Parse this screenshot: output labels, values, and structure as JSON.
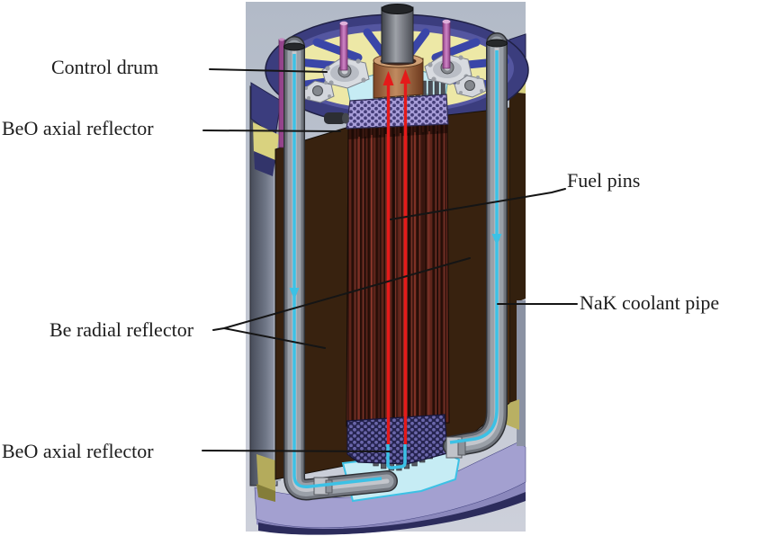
{
  "figure": {
    "type": "reactor-cutaway-diagram",
    "labels": {
      "control_drum": "Control drum",
      "beo_axial_reflector_top": "BeO axial reflector",
      "fuel_pins": "Fuel pins",
      "nak_coolant_pipe": "NaK coolant pipe",
      "be_radial_reflector": "Be radial reflector",
      "beo_axial_reflector_bottom": "BeO axial reflector"
    },
    "colors": {
      "panel_background": "#b7bfcb",
      "vessel_rim_navy": "#3b3d7e",
      "reflector_ring_yellow": "#ede8a6",
      "core_brown": "#38220f",
      "fuel_pin_maroon": "#5e241a",
      "beo_lattice_top": "#a79dd8",
      "beo_lattice_bottom": "#262450",
      "coolant_cyan": "#3cc1e5",
      "plenum_cyan": "#c6ecf4",
      "hot_flow_red": "#e41a1a",
      "base_lavender": "#a3a0d0",
      "copper_collar": "#a9724f",
      "control_rod_pink": "#b565ae",
      "leader_line": "#151515"
    },
    "flow_arrows": {
      "coolant_down_arrow": "cyan, points down inside NaK pipes",
      "core_flow_up_arrow": "red, points up through core center"
    }
  }
}
